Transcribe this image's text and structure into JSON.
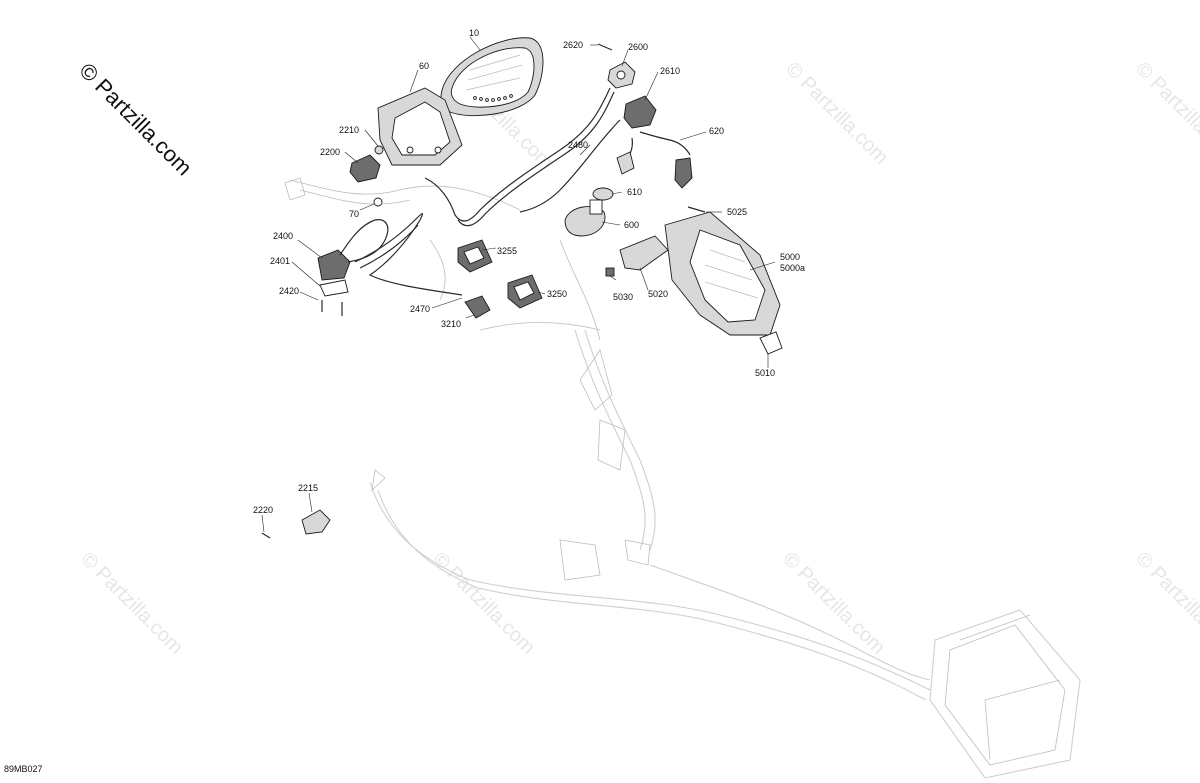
{
  "watermark": {
    "main_text": "© Partzilla.com",
    "repeat_text": "© Partzilla.com"
  },
  "diagram_code": "89MB027",
  "callouts": [
    {
      "id": "c10",
      "text": "10"
    },
    {
      "id": "c60",
      "text": "60"
    },
    {
      "id": "c2620",
      "text": "2620"
    },
    {
      "id": "c2600",
      "text": "2600"
    },
    {
      "id": "c2610",
      "text": "2610"
    },
    {
      "id": "c620",
      "text": "620"
    },
    {
      "id": "c2210",
      "text": "2210"
    },
    {
      "id": "c2200",
      "text": "2200"
    },
    {
      "id": "c2480",
      "text": "2480"
    },
    {
      "id": "c610",
      "text": "610"
    },
    {
      "id": "c70",
      "text": "70"
    },
    {
      "id": "c5025",
      "text": "5025"
    },
    {
      "id": "c600",
      "text": "600"
    },
    {
      "id": "c2400",
      "text": "2400"
    },
    {
      "id": "c3255",
      "text": "3255"
    },
    {
      "id": "c2401",
      "text": "2401"
    },
    {
      "id": "c5000",
      "text": "5000"
    },
    {
      "id": "c5000a",
      "text": "5000a"
    },
    {
      "id": "c2420",
      "text": "2420"
    },
    {
      "id": "c3250",
      "text": "3250"
    },
    {
      "id": "c5030",
      "text": "5030"
    },
    {
      "id": "c5020",
      "text": "5020"
    },
    {
      "id": "c2470",
      "text": "2470"
    },
    {
      "id": "c3210",
      "text": "3210"
    },
    {
      "id": "c5010",
      "text": "5010"
    },
    {
      "id": "c2215",
      "text": "2215"
    },
    {
      "id": "c2220",
      "text": "2220"
    }
  ]
}
